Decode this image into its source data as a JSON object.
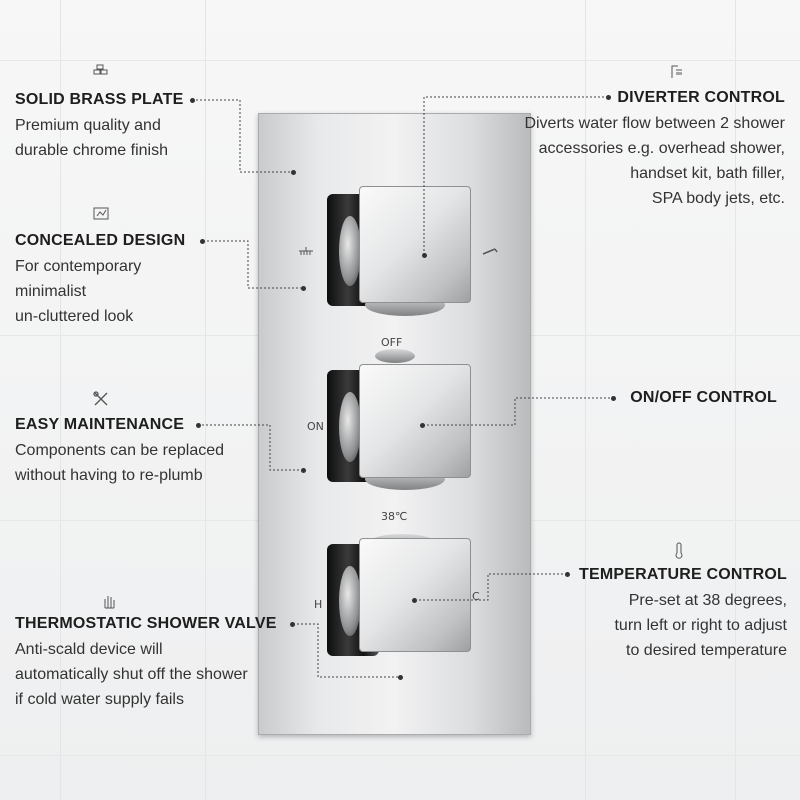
{
  "colors": {
    "text": "#1e1e1e",
    "leader": "#444444",
    "plate": "#e8e9ea",
    "handle": "#111111"
  },
  "plate_labels": {
    "off": "OFF",
    "on": "ON",
    "temp": "38℃",
    "hot": "H",
    "cold": "C"
  },
  "callouts": [
    {
      "id": "solid-brass",
      "icon": "brass-bars-icon",
      "title": "SOLID BRASS PLATE",
      "lines": [
        "Premium quality and",
        "durable chrome finish"
      ]
    },
    {
      "id": "concealed",
      "icon": "blueprint-icon",
      "title": "CONCEALED DESIGN",
      "lines": [
        "For contemporary",
        "minimalist",
        "un-cluttered look"
      ]
    },
    {
      "id": "maintenance",
      "icon": "tools-icon",
      "title": "EASY MAINTENANCE",
      "lines": [
        "Components can be replaced",
        "without having to re-plumb"
      ]
    },
    {
      "id": "thermostatic",
      "icon": "hand-icon",
      "title": "THERMOSTATIC SHOWER VALVE",
      "lines": [
        "Anti-scald device will",
        "automatically shut off the shower",
        "if cold water supply fails"
      ]
    },
    {
      "id": "diverter",
      "icon": "shower-head-icon",
      "title": "DIVERTER CONTROL",
      "lines": [
        "Diverts water flow between 2 shower",
        "accessories e.g. overhead shower,",
        "handset kit, bath filler,",
        "SPA body jets, etc."
      ]
    },
    {
      "id": "onoff",
      "icon": "",
      "title": "ON/OFF CONTROL",
      "lines": []
    },
    {
      "id": "temperature",
      "icon": "thermometer-icon",
      "title": "TEMPERATURE CONTROL",
      "lines": [
        "Pre-set at 38 degrees,",
        "turn left or right to adjust",
        "to desired temperature"
      ]
    }
  ]
}
